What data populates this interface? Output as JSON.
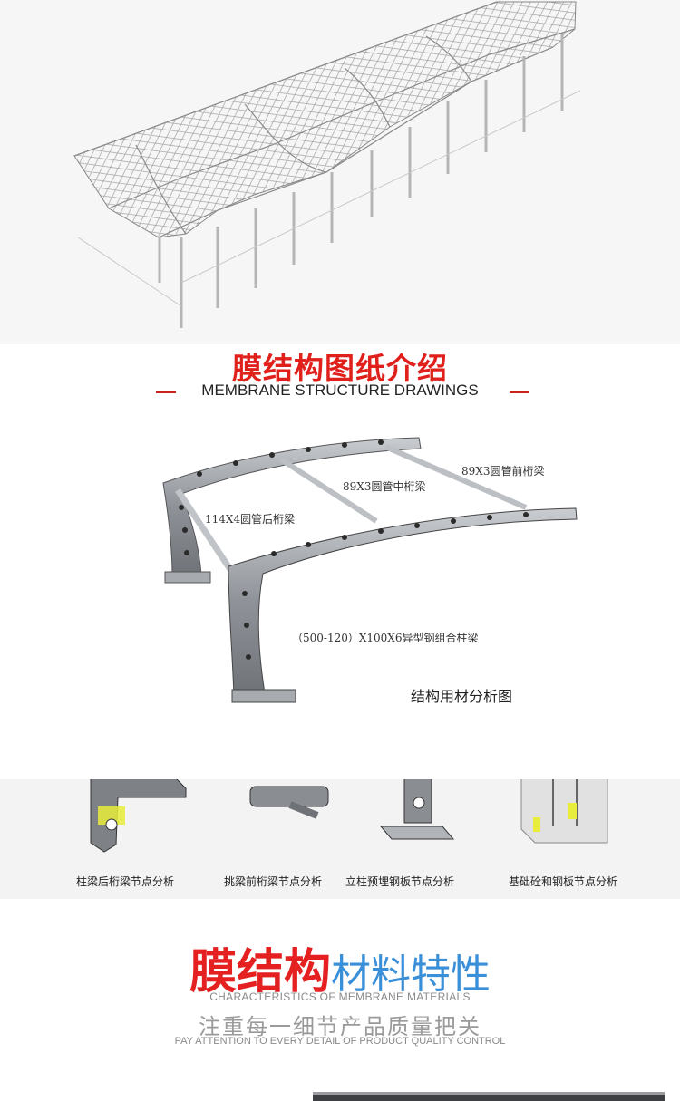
{
  "section1": {
    "title_cn": "膜结构图纸介绍",
    "title_en": "MEMBRANE STRUCTURE DRAWINGS"
  },
  "drawing": {
    "labels": {
      "front_beam": "89X3圆管前桁梁",
      "mid_beam": "89X3圆管中桁梁",
      "rear_beam": "114X4圆管后桁梁",
      "column": "（500-120）X100X6异型钢组合柱梁"
    },
    "caption": "结构用材分析图"
  },
  "details": [
    {
      "label": "柱梁后桁梁节点分析"
    },
    {
      "label": "挑梁前桁梁节点分析"
    },
    {
      "label": "立柱预埋钢板节点分析"
    },
    {
      "label": "基础砼和钢板节点分析"
    }
  ],
  "section2": {
    "title_red": "膜结构",
    "title_blue": "材料特性",
    "subtitle_en": "CHARACTERISTICS OF MEMBRANE MATERIALS",
    "slogan_cn": "注重每一细节产品质量把关",
    "slogan_en": "PAY ATTENTION TO EVERY DETAIL OF PRODUCT QUALITY CONTROL"
  },
  "colors": {
    "title_red": "#e0201a",
    "title_blue": "#3a8fd9",
    "steel_gray": "#8f9399"
  },
  "icons": [
    "membrane-roof-illustration",
    "carport-frame-illustration",
    "joint-detail-illustrations"
  ]
}
